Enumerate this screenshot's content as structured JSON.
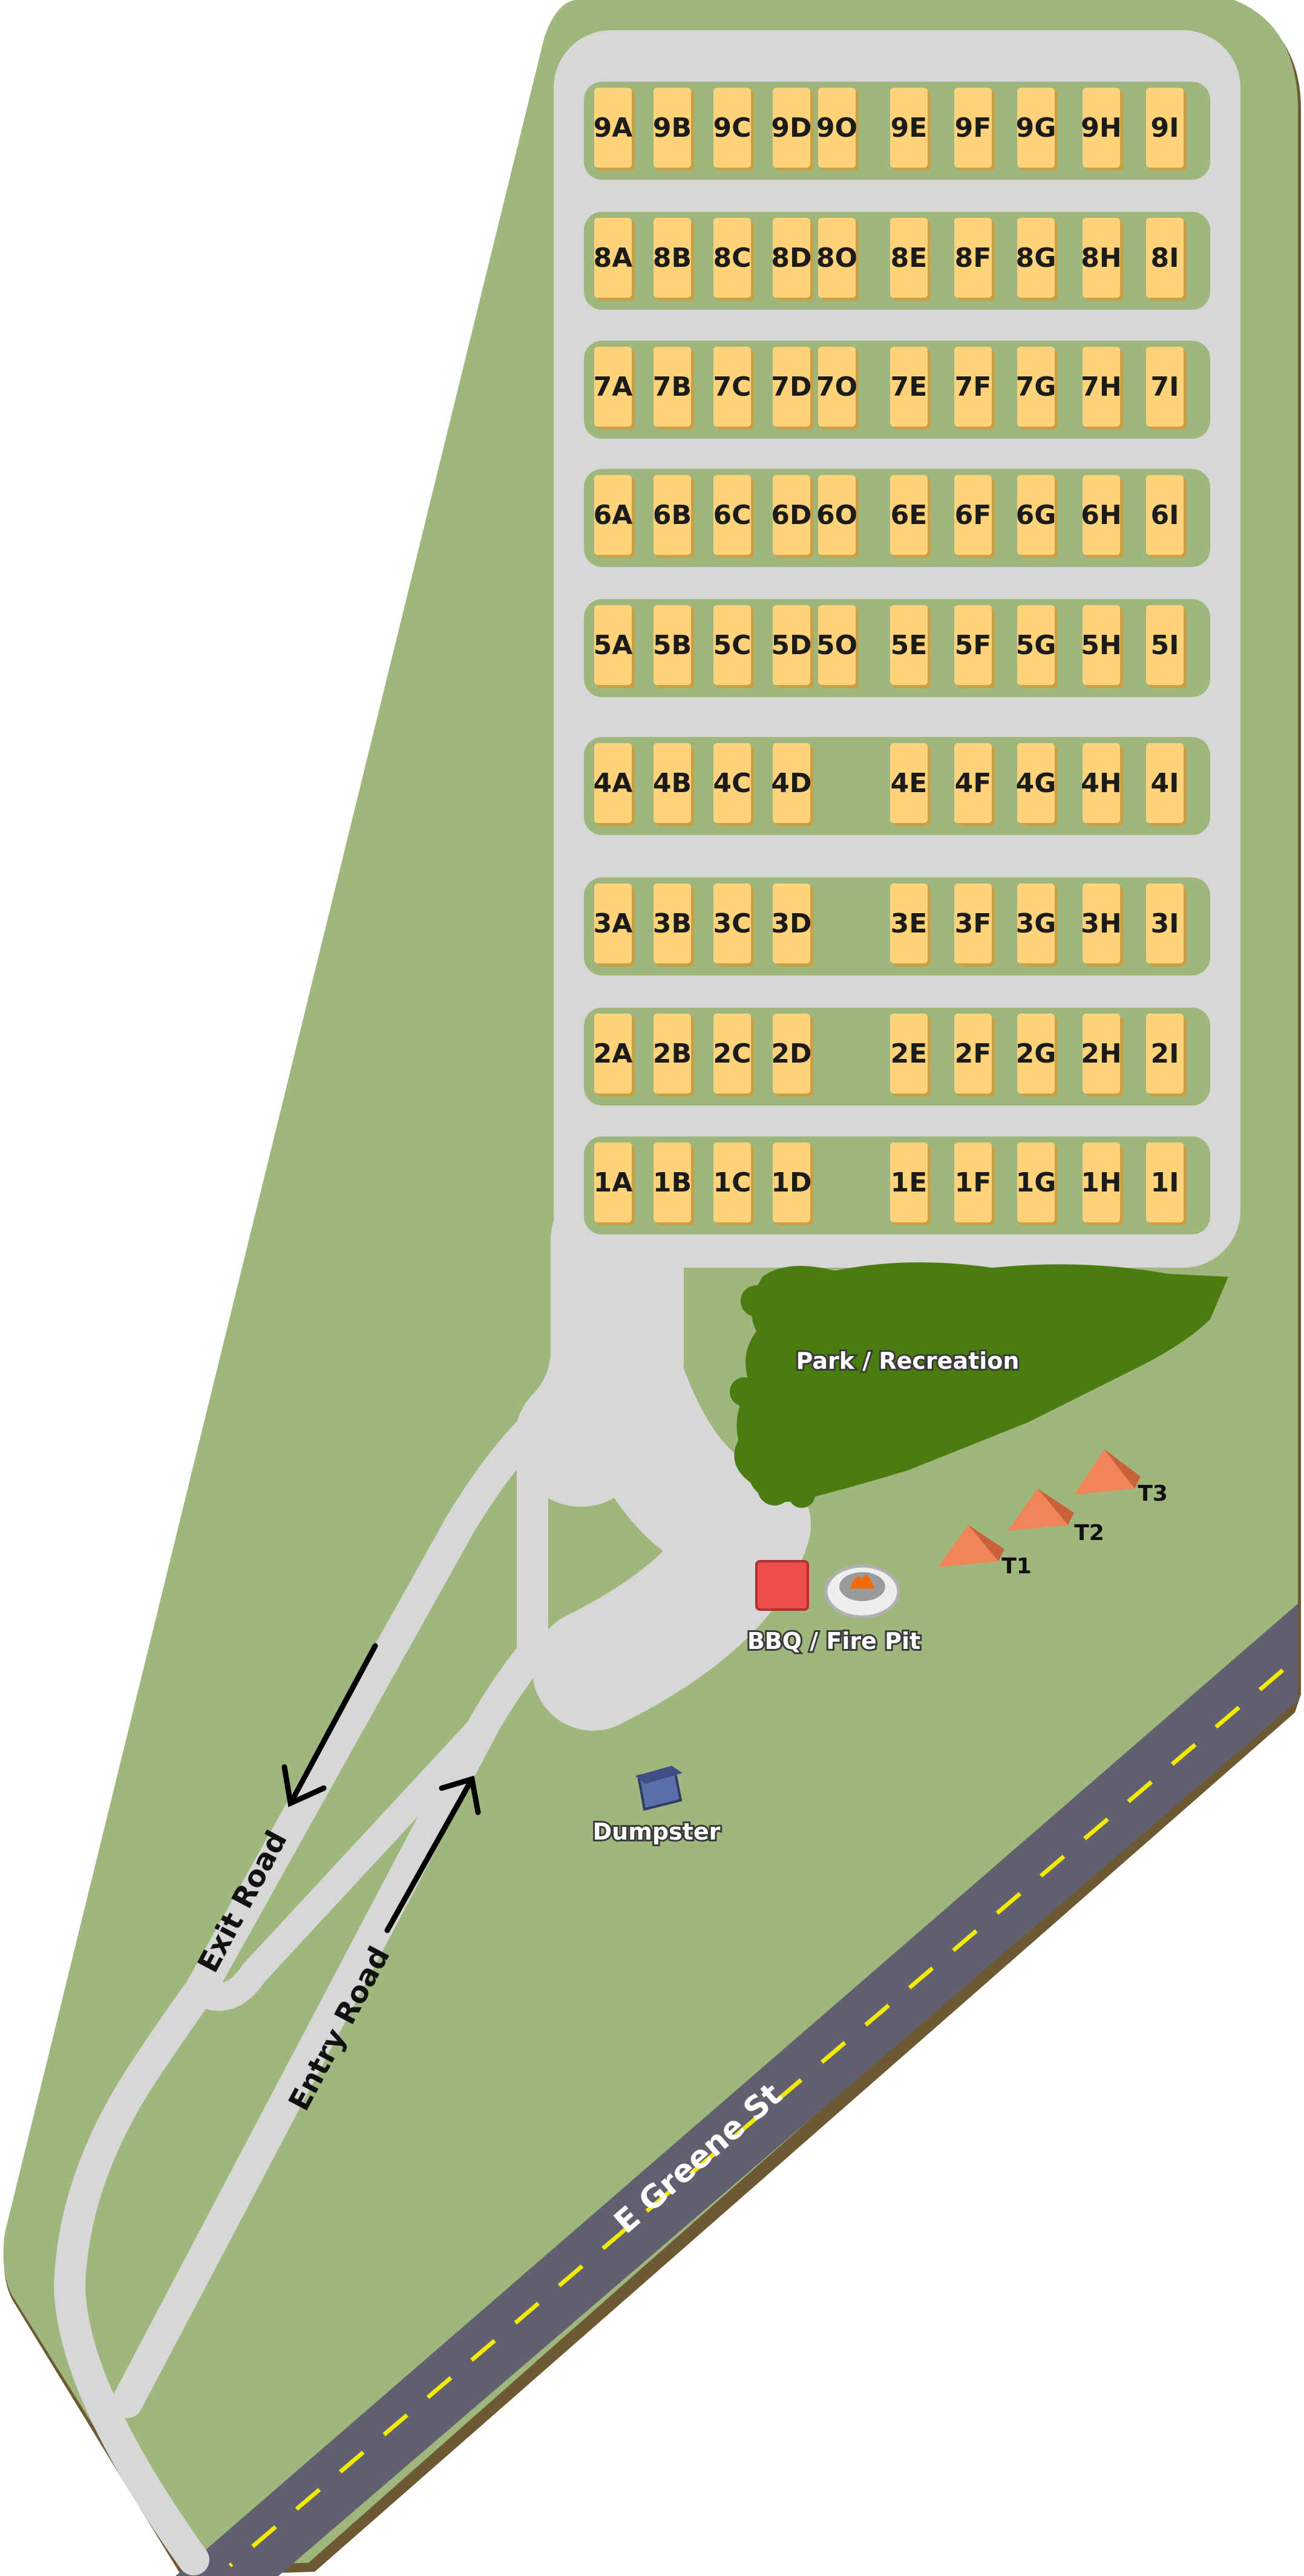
{
  "sites": {
    "rows": [
      "9",
      "8",
      "7",
      "6",
      "5",
      "4",
      "3",
      "2",
      "1"
    ],
    "cols_with_o": [
      "A",
      "B",
      "C",
      "D",
      "O",
      "E",
      "F",
      "G",
      "H",
      "I"
    ],
    "cols_without_o": [
      "A",
      "B",
      "C",
      "D",
      "E",
      "F",
      "G",
      "H",
      "I"
    ],
    "rows_with_o": [
      "9",
      "8",
      "7",
      "6",
      "5"
    ]
  },
  "labels": {
    "park": "Park / Recreation",
    "bbq": "BBQ / Fire Pit",
    "dumpster": "Dumpster",
    "exit_road": "Exit Road",
    "entry_road": "Entry Road",
    "street": "E Greene St"
  },
  "tents": [
    "T1",
    "T2",
    "T3"
  ],
  "colors": {
    "grass": "#9fb77d",
    "grass_edge": "#7b8f5d",
    "road": "#d7d7d7",
    "site": "#ffd37a",
    "site_edge": "#c9a043",
    "trees": "#4a7c10",
    "street": "#616070",
    "street_line": "#f2ea00",
    "tent": "#f0855a",
    "bbq": "#f04d4d"
  }
}
